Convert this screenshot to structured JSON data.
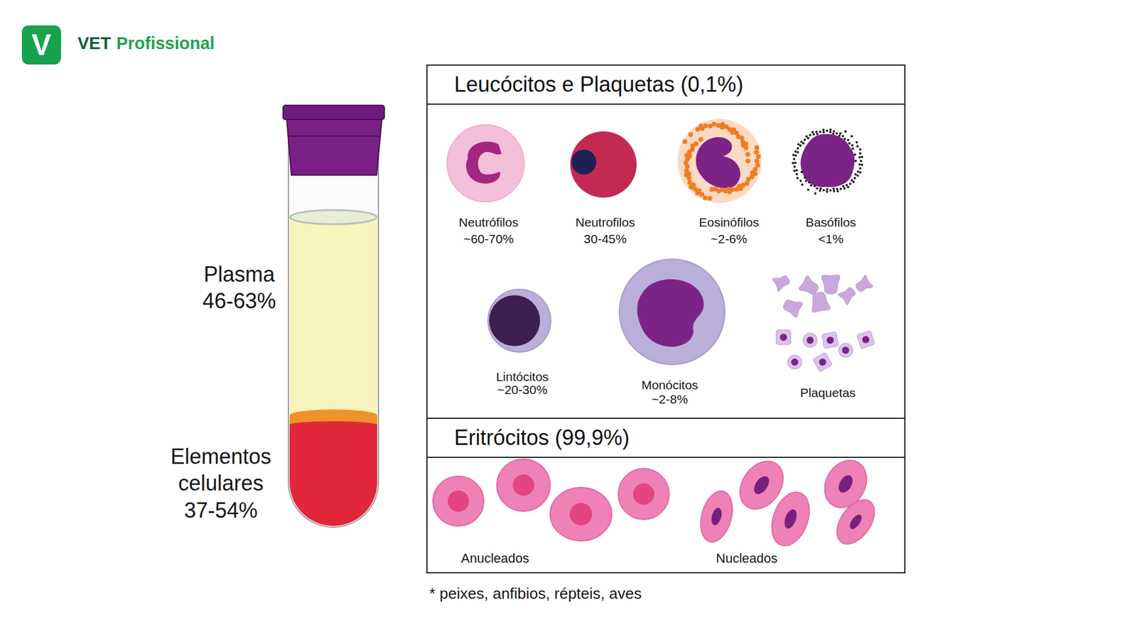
{
  "diagram": {
    "nodes": [
      {
        "text": [
          "V"
        ]
      },
      {
        "text": [
          "Leucócitos e Plaquetas (0,1%)"
        ]
      },
      {
        "text": [
          "Eritrócitos (99,9%)"
        ]
      }
    ],
    "labels": [
      "VET",
      "Profissional",
      "Plasma",
      "46-63%",
      "Elementos celulares",
      "37-54%",
      "Neutrófilos",
      "~60-70%",
      "Neutrofilos",
      "30-45%",
      "Eosinófilos",
      "~2-6%",
      "Basófilos",
      "<1%",
      "Lintócitos",
      "~20-30%",
      "Monócitos",
      "~2-8%",
      "Plaquetas",
      "Anucleados",
      "Nucleados",
      "* peixes, anfibios, répteis, aves"
    ]
  }
}
